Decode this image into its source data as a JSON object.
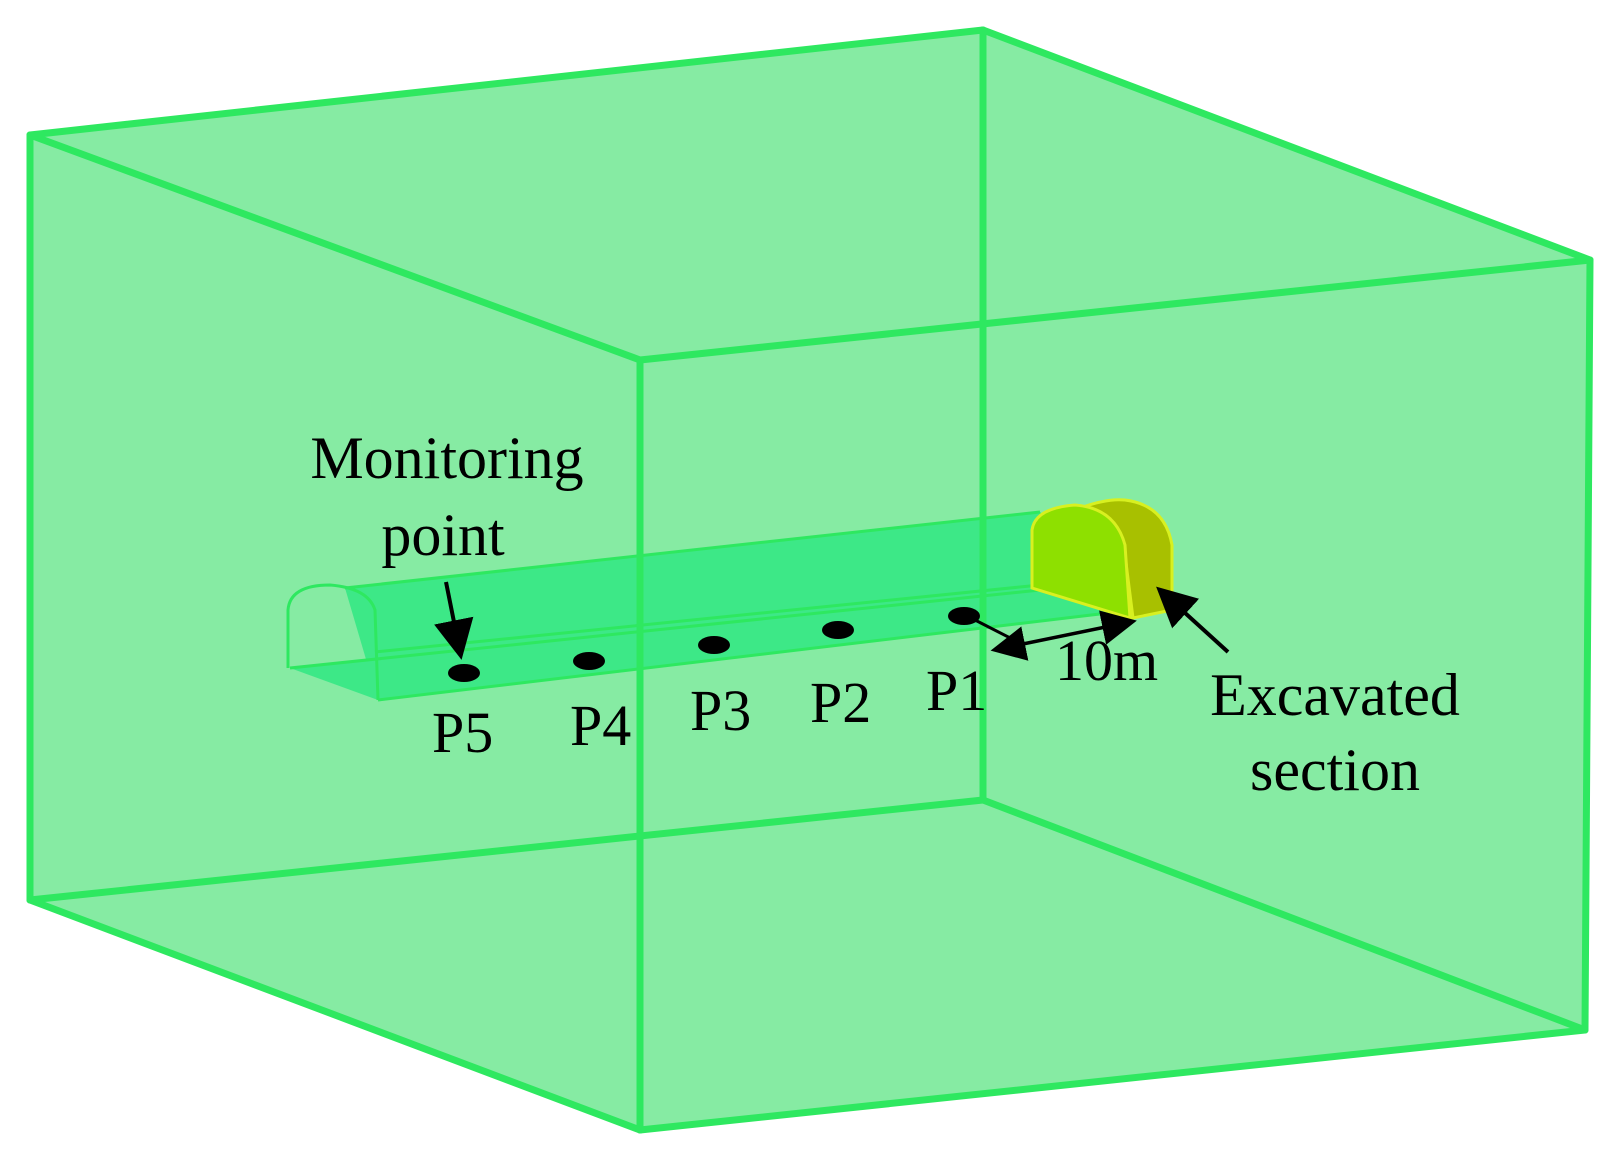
{
  "labels": {
    "monitoring_line1": "Monitoring",
    "monitoring_line2": "point",
    "distance": "10m",
    "excavated_line1": "Excavated",
    "excavated_line2": "section"
  },
  "monitoring_points": [
    "P1",
    "P2",
    "P3",
    "P4",
    "P5"
  ],
  "colors": {
    "box_fill": "#86eba3",
    "box_edge": "#2ee860",
    "tunnel_fill": "#3de887",
    "excavated_front": "#8ee000",
    "excavated_side": "#a8c000",
    "excavated_edge": "#d8f020",
    "marker": "#000000"
  }
}
